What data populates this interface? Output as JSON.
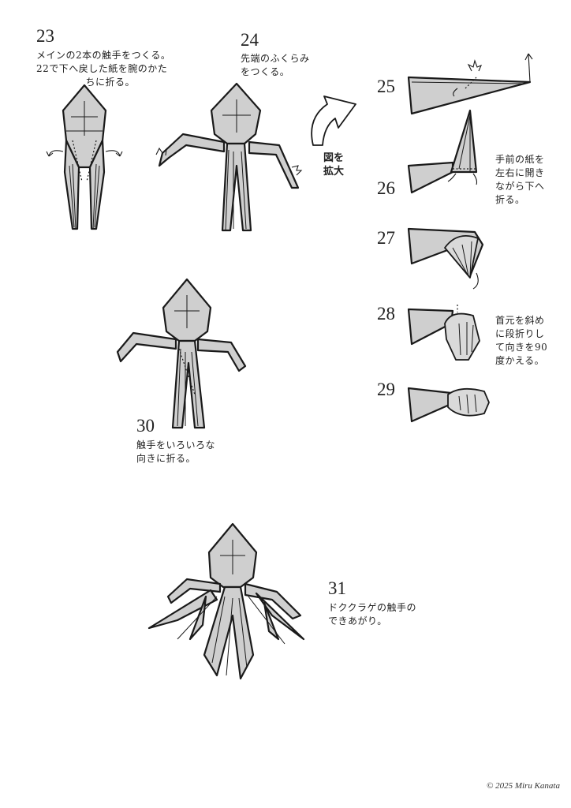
{
  "steps": [
    {
      "num": "23",
      "caption": "メインの2本の触手をつくる。\n22で下へ戻した紙を腕のかた\n　　　　　ちに折る。"
    },
    {
      "num": "24",
      "caption": "先端のふくらみ\nをつくる。"
    },
    {
      "num": "25",
      "caption": ""
    },
    {
      "num": "26",
      "caption": "手前の紙を\n左右に開き\nながら下へ\n折る。"
    },
    {
      "num": "27",
      "caption": ""
    },
    {
      "num": "28",
      "caption": "首元を斜め\nに段折りし\nて向きを90\n度かえる。"
    },
    {
      "num": "29",
      "caption": ""
    },
    {
      "num": "30",
      "caption": "触手をいろいろな\n向きに折る。"
    },
    {
      "num": "31",
      "caption": "ドククラゲの触手の\nできあがり。"
    }
  ],
  "enlarge_label": "図を\n拡大",
  "copyright": "© 2025 Miru Kanata"
}
